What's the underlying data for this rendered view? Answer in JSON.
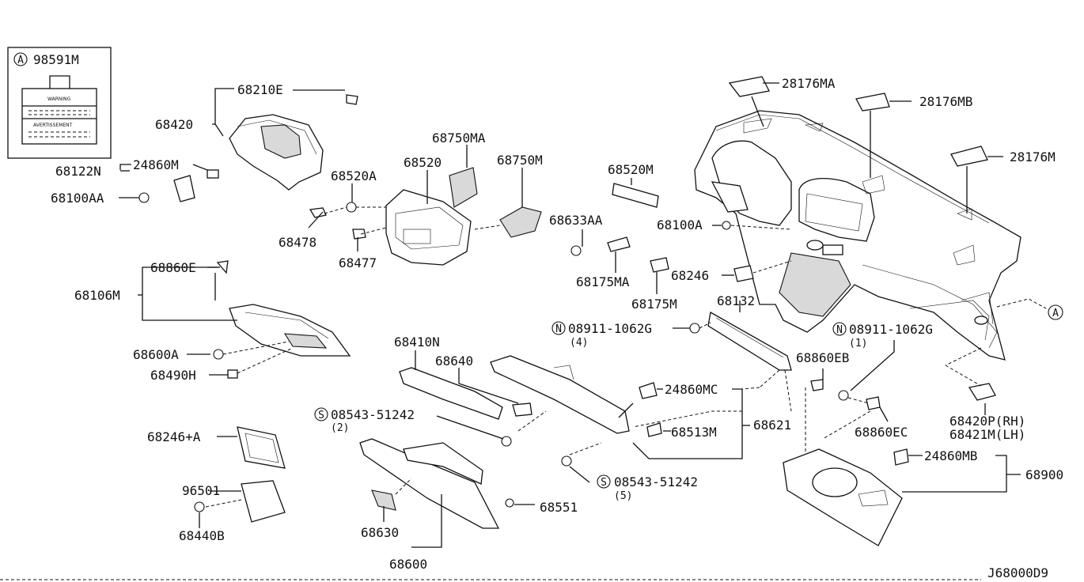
{
  "diagram_id": "J68000D9",
  "inset": {
    "ref_symbol": "A",
    "part_no": "98591M",
    "warning_text": "WARNING",
    "avertissement_text": "AVERTISSEMENT"
  },
  "labels": {
    "p68210E": "68210E",
    "p68420": "68420",
    "p24860M": "24860M",
    "p68122N": "68122N",
    "p68100AA": "68100AA",
    "p68750MA": "68750MA",
    "p68750M": "68750M",
    "p68520A": "68520A",
    "p68520": "68520",
    "p68478": "68478",
    "p68477": "68477",
    "p68520M": "68520M",
    "p68633AA": "68633AA",
    "p68175MA": "68175MA",
    "p68175M": "68175M",
    "p68100A": "68100A",
    "p68246": "68246",
    "p28176MA": "28176MA",
    "p28176MB": "28176MB",
    "p28176M": "28176M",
    "ref_A": "A",
    "p68860E": "68860E",
    "p68106M": "68106M",
    "p68600A": "68600A",
    "p68490H": "68490H",
    "p68132": "68132",
    "n08911_a": "08911-1062G",
    "n08911_a_qty": "(4)",
    "n08911_b": "08911-1062G",
    "n08911_b_qty": "(1)",
    "nut_symbol": "N",
    "screw_symbol": "S",
    "p68410N": "68410N",
    "p68640": "68640",
    "s08543_a": "08543-51242",
    "s08543_a_qty": "(2)",
    "p24860MC": "24860MC",
    "p68513M": "68513M",
    "p68621": "68621",
    "p68860EB": "68860EB",
    "p68860EC": "68860EC",
    "p68420P": "68420P(RH)",
    "p68421M": "68421M(LH)",
    "p68246A": "68246+A",
    "p96501": "96501",
    "p68440B": "68440B",
    "p68630": "68630",
    "p68600": "68600",
    "p68551": "68551",
    "s08543_b": "08543-51242",
    "s08543_b_qty": "(5)",
    "p24860MB": "24860MB",
    "p68900": "68900"
  }
}
